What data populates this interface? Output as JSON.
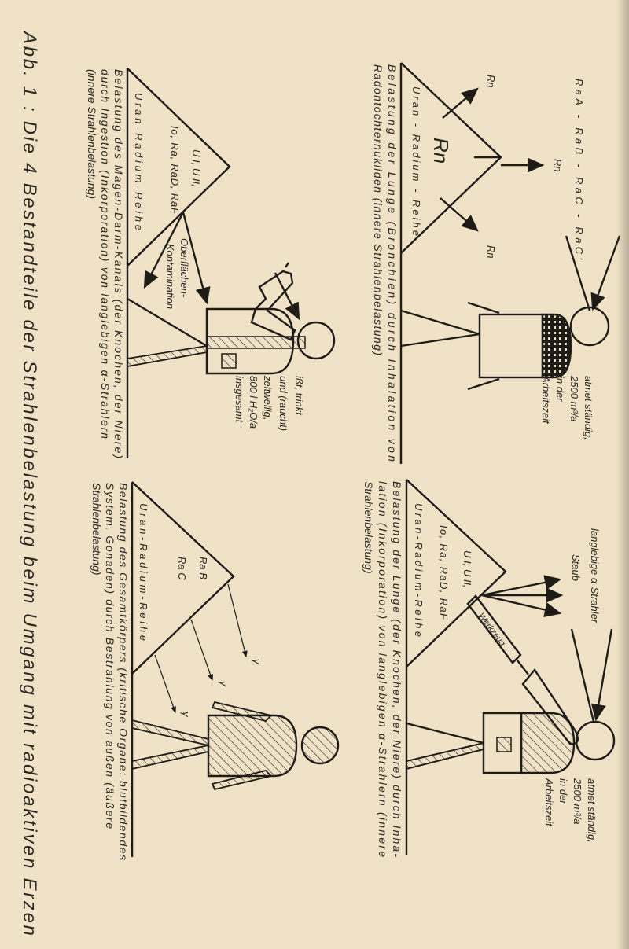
{
  "figure_caption": "Abb. 1 : Die 4 Bestandteile der Strahlenbelastung beim Umgang mit radioaktiven Erzen",
  "panels": [
    {
      "series": "Uran - Radium - Reihe",
      "source_label": "Rn",
      "ray_labels": [
        "Rn",
        "Rn",
        "Rn"
      ],
      "decay_chain": "RaA - RaB - RaC - RaC'",
      "person_note": [
        "atmet ständig,",
        "2500 m³/a",
        "in der",
        "Arbeitszeit"
      ],
      "caption": [
        "Belastung der Lunge (Bronchien) durch Inhalation von",
        "Radontochternukliden (innere Strahlenbelastung)"
      ]
    },
    {
      "series": "Uran-Radium-Reihe",
      "nuclides_1": "U I, U II,",
      "nuclides_2": "Io, Ra, RaD, RaF",
      "tool_label": "Werkzeug",
      "dust_label": "Staub",
      "emitter_label": "langlebige α-Strahler",
      "person_note": [
        "atmet ständig,",
        "2500 m³/a",
        "in der",
        "Arbeitszeit"
      ],
      "caption": [
        "Belastung der Lunge (der Knochen, der Niere) durch Inha-",
        "lation (Inkorporation) von langlebigen α-Strahlern (innere",
        "Strahlenbelastung)"
      ]
    },
    {
      "series": "Uran-Radium-Reihe",
      "nuclides_1": "U I, U II,",
      "nuclides_2": "Io, Ra, RaD, RaF",
      "contamination_label": [
        "Oberflächen-",
        "Kontamination"
      ],
      "person_note": [
        "ißt, trinkt",
        "und (raucht)",
        "zeitweilig,",
        "800 l H₂O/a",
        "insgesamt"
      ],
      "caption": [
        "Belastung des Magen-Darm-Kanals (der Knochen, der Niere)",
        "durch Ingestion (Inkorporation) von langlebigen α-Strahlern",
        "(innere Strahlenbelastung)"
      ]
    },
    {
      "series": "Uran-Radium-Reihe",
      "nuclides_1": "Ra B",
      "nuclides_2": "Ra C",
      "ray_labels": [
        "γ",
        "γ",
        "γ"
      ],
      "caption": [
        "Belastung des Gesamtkörpers (kritische Organe: blutbildendes",
        "System, Gonaden) durch Bestrahlung von außen (äußere",
        "Strahlenbelastung)"
      ]
    }
  ]
}
